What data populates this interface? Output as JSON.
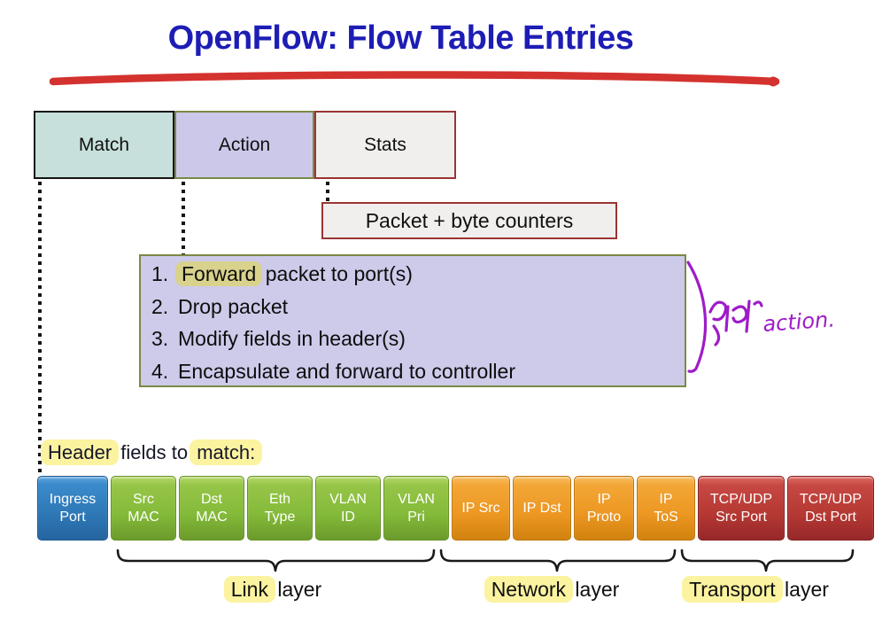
{
  "slide": {
    "title": "OpenFlow: Flow Table Entries"
  },
  "flow_entry_cells": [
    {
      "label": "Match"
    },
    {
      "label": "Action"
    },
    {
      "label": "Stats"
    }
  ],
  "stats_note": {
    "label": "Packet + byte counters"
  },
  "actions": {
    "items": [
      {
        "num": "1.",
        "hl": "Forward",
        "rest": " packet to port(s)"
      },
      {
        "num": "2.",
        "text": "Drop packet"
      },
      {
        "num": "3.",
        "text": "Modify fields in header(s)"
      },
      {
        "num": "4.",
        "text": "Encapsulate and forward to controller"
      }
    ]
  },
  "annotation": {
    "hangul": "네가지",
    "latin": "action."
  },
  "match_heading": {
    "hl1": "Header",
    "mid": " fields to ",
    "hl2": "match:"
  },
  "fields": [
    {
      "label": "Ingress\nPort",
      "group": "ingress"
    },
    {
      "label": "Src\nMAC",
      "group": "link"
    },
    {
      "label": "Dst\nMAC",
      "group": "link"
    },
    {
      "label": "Eth\nType",
      "group": "link"
    },
    {
      "label": "VLAN\nID",
      "group": "link"
    },
    {
      "label": "VLAN\nPri",
      "group": "link"
    },
    {
      "label": "IP Src",
      "group": "network"
    },
    {
      "label": "IP Dst",
      "group": "network"
    },
    {
      "label": "IP\nProto",
      "group": "network"
    },
    {
      "label": "IP\nToS",
      "group": "network"
    },
    {
      "label": "TCP/UDP\nSrc Port",
      "group": "transport"
    },
    {
      "label": "TCP/UDP\nDst Port",
      "group": "transport"
    }
  ],
  "layers": [
    {
      "hl": "Link",
      "rest": " layer"
    },
    {
      "hl": "Network",
      "rest": " layer"
    },
    {
      "hl": "Transport",
      "rest": " layer"
    }
  ],
  "palette": {
    "title_ink": "#1d1db5",
    "underline_red": "#d4322e",
    "match_bg": "#c7e0dc",
    "match_border": "#141414",
    "action_bg": "#cbc8e9",
    "list_bg": "#cdcaea",
    "olive_border": "#7a8a44",
    "stats_bg": "#f0efed",
    "darkred_border": "#9a3533",
    "hl_yellow": "#fbf3a0",
    "hl_olive": "#d8d28c",
    "heading_ink": "#16162a",
    "annotation_purple": "#9e1cc8",
    "field_blue": "#2f7ab8",
    "field_green": "#84ba39",
    "field_orange": "#ec9722",
    "field_red": "#b53833"
  }
}
